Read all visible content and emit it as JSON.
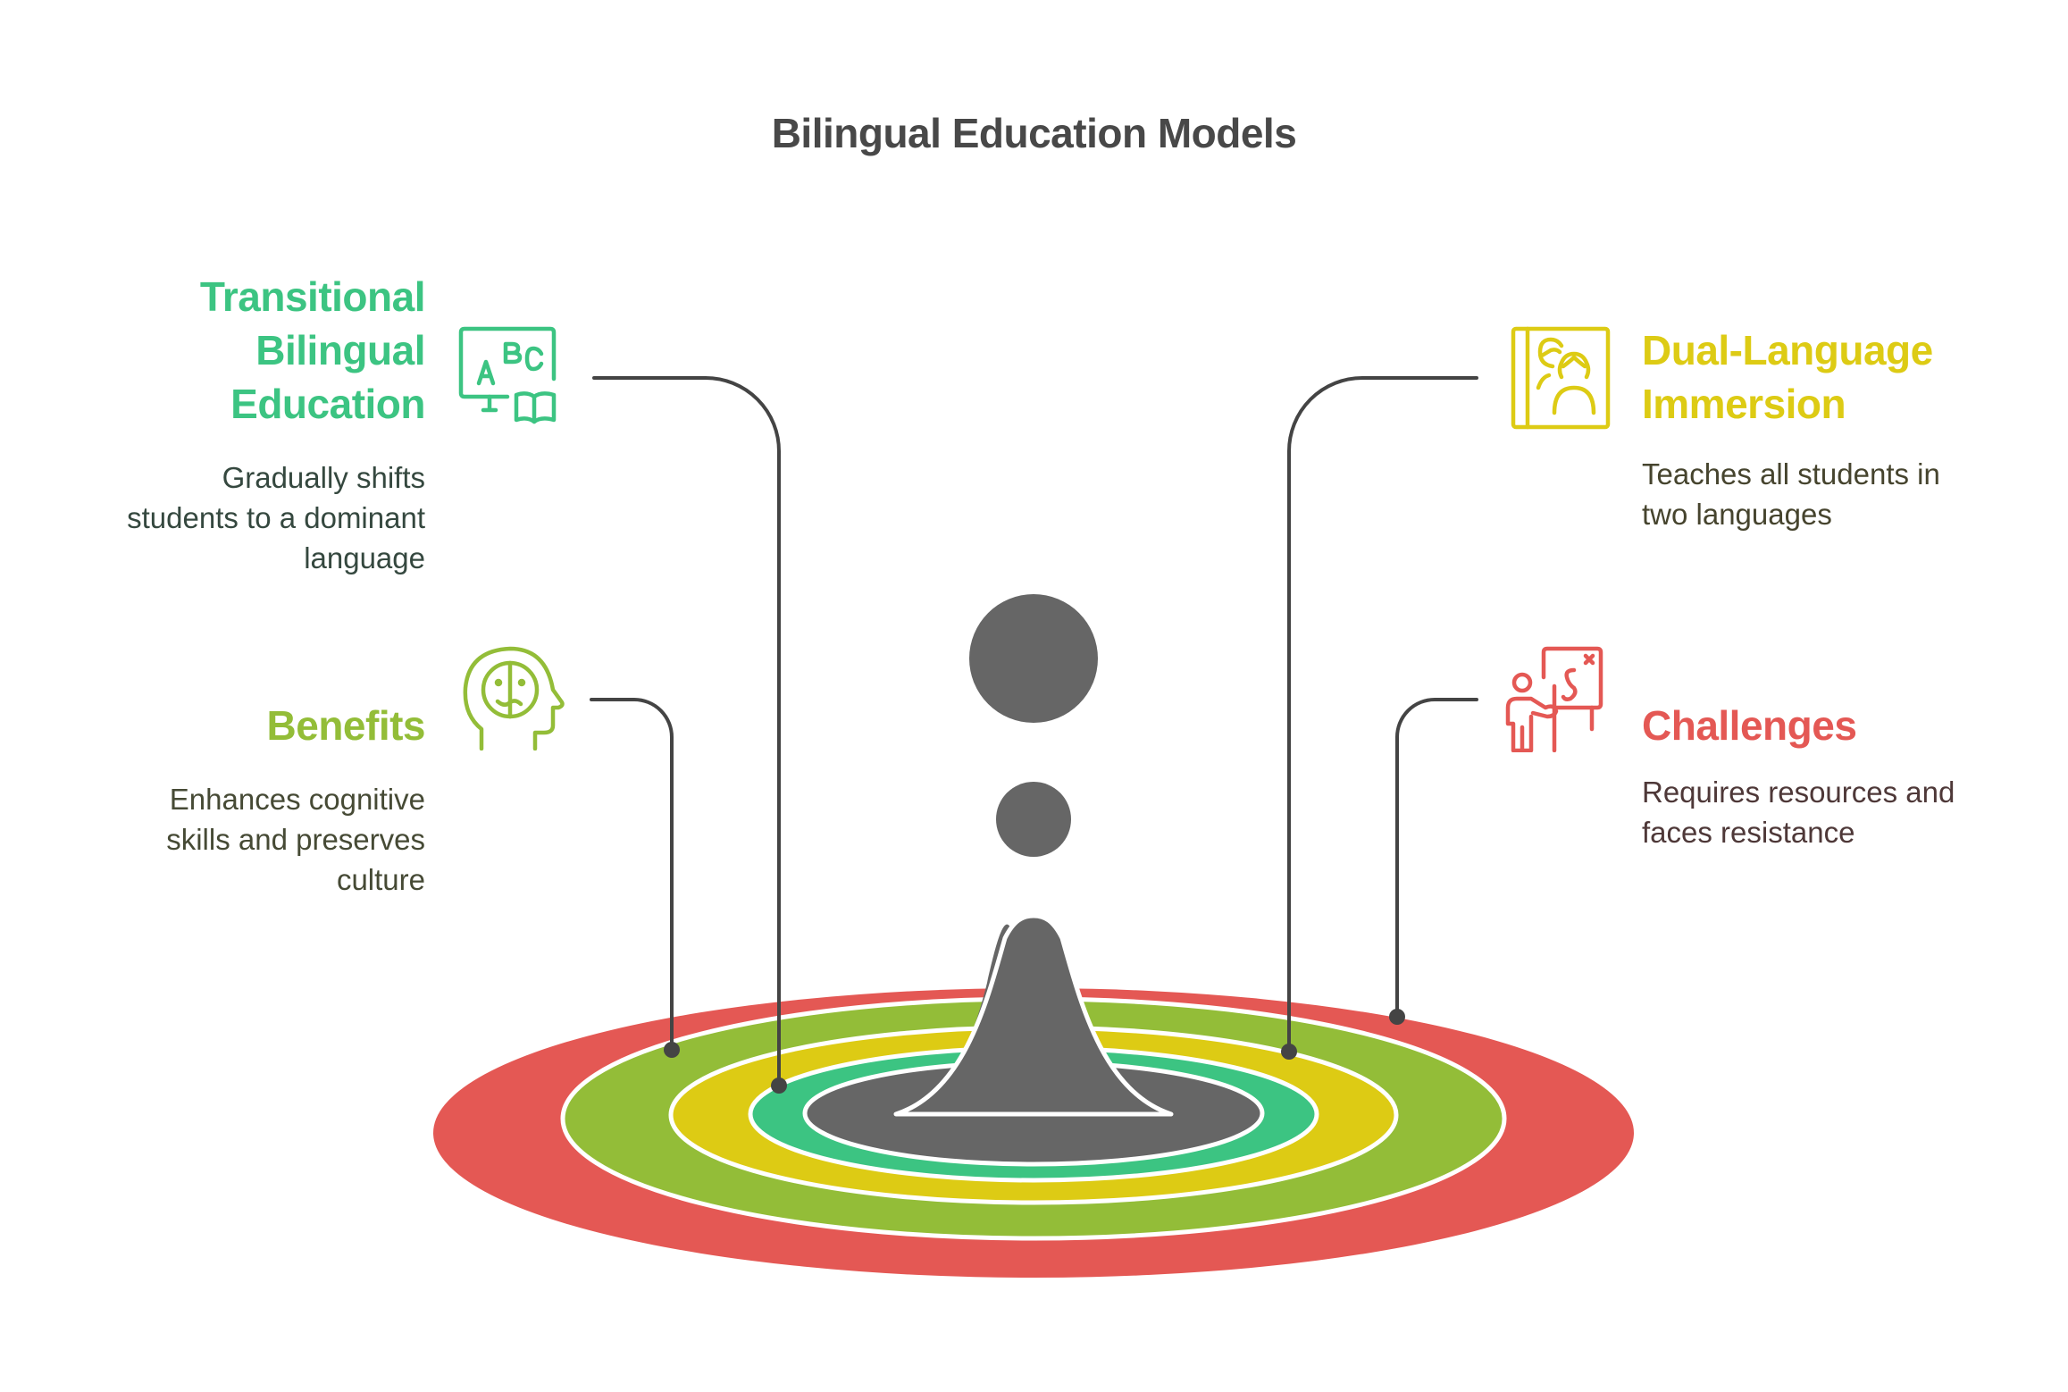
{
  "title": "Bilingual Education Models",
  "colors": {
    "red": "#E45854",
    "lime": "#93BD38",
    "yellow": "#DDCB14",
    "green": "#3CC482",
    "gray": "#666666",
    "connector": "#444444",
    "title": "#484848"
  },
  "items": [
    {
      "id": "transitional",
      "heading_lines": [
        "Transitional",
        "Bilingual",
        "Education"
      ],
      "description_lines": [
        "Gradually shifts",
        "students to a dominant",
        "language"
      ],
      "icon": "abc-board-book-icon",
      "color": "#3CC482",
      "desc_color": "#35483F",
      "side": "left",
      "ring": "green"
    },
    {
      "id": "dual-language",
      "heading_lines": [
        "Dual-Language",
        "Immersion"
      ],
      "description_lines": [
        "Teaches all students in",
        "two languages"
      ],
      "icon": "book-with-people-icon",
      "color": "#DDCB14",
      "desc_color": "#46442E",
      "side": "right",
      "ring": "yellow"
    },
    {
      "id": "benefits",
      "heading_lines": [
        "Benefits"
      ],
      "description_lines": [
        "Enhances cognitive",
        "skills and preserves",
        "culture"
      ],
      "icon": "head-with-face-icon",
      "color": "#93BD38",
      "desc_color": "#464A35",
      "side": "left",
      "ring": "lime"
    },
    {
      "id": "challenges",
      "heading_lines": [
        "Challenges"
      ],
      "description_lines": [
        "Requires resources and",
        "faces resistance"
      ],
      "icon": "teacher-at-board-icon",
      "color": "#E45854",
      "desc_color": "#4E3838",
      "side": "right",
      "ring": "red"
    }
  ]
}
